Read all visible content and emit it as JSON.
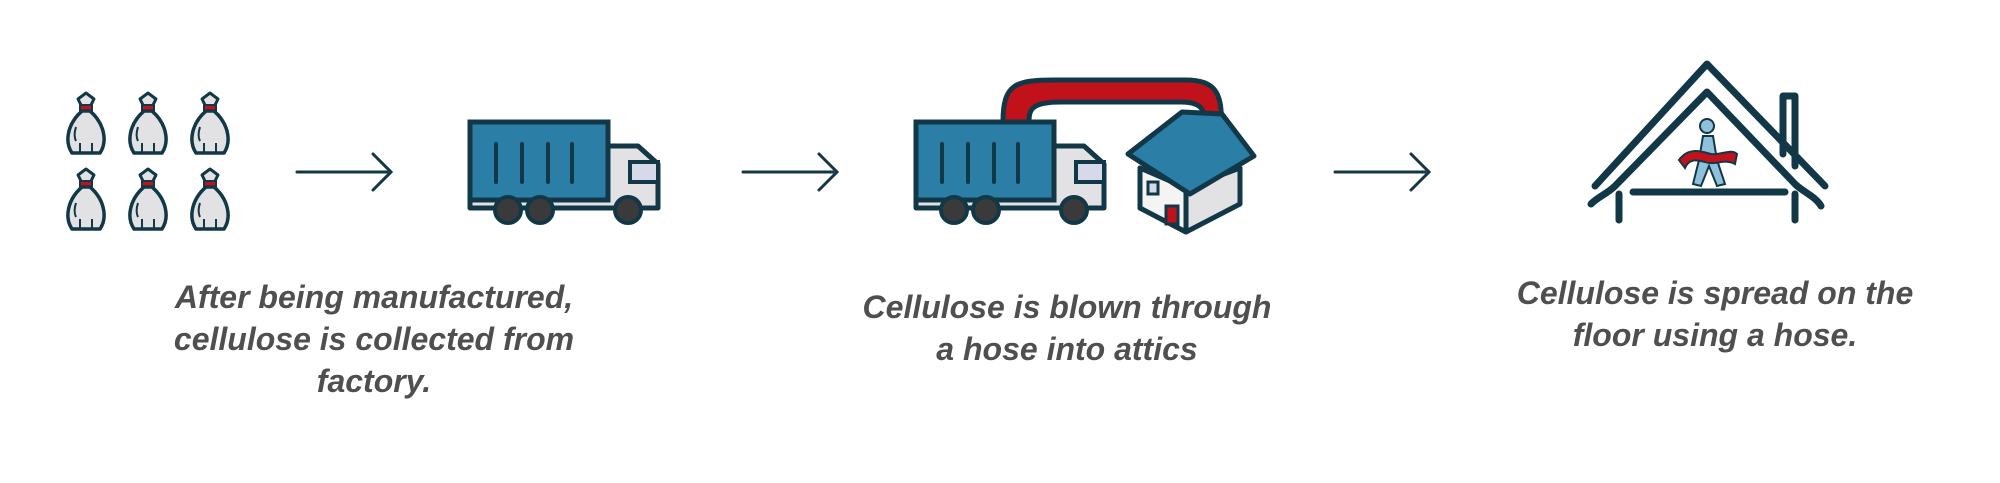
{
  "colors": {
    "outline": "#123848",
    "blue": "#2b7ea6",
    "red": "#c1121b",
    "bag": "#e2e2e4",
    "window": "#d5d9ea",
    "text": "#4f4f4f"
  },
  "steps": [
    {
      "icon": "bags-icon",
      "caption_lines": [
        "After being manufactured,",
        "cellulose is collected from",
        "factory."
      ]
    },
    {
      "icon": "hose-truck-house-icon",
      "caption_lines": [
        "Cellulose is blown through",
        "a hose into attics"
      ]
    },
    {
      "icon": "attic-icon",
      "caption_lines": [
        "Cellulose is spread on the",
        "floor using a hose."
      ]
    }
  ]
}
